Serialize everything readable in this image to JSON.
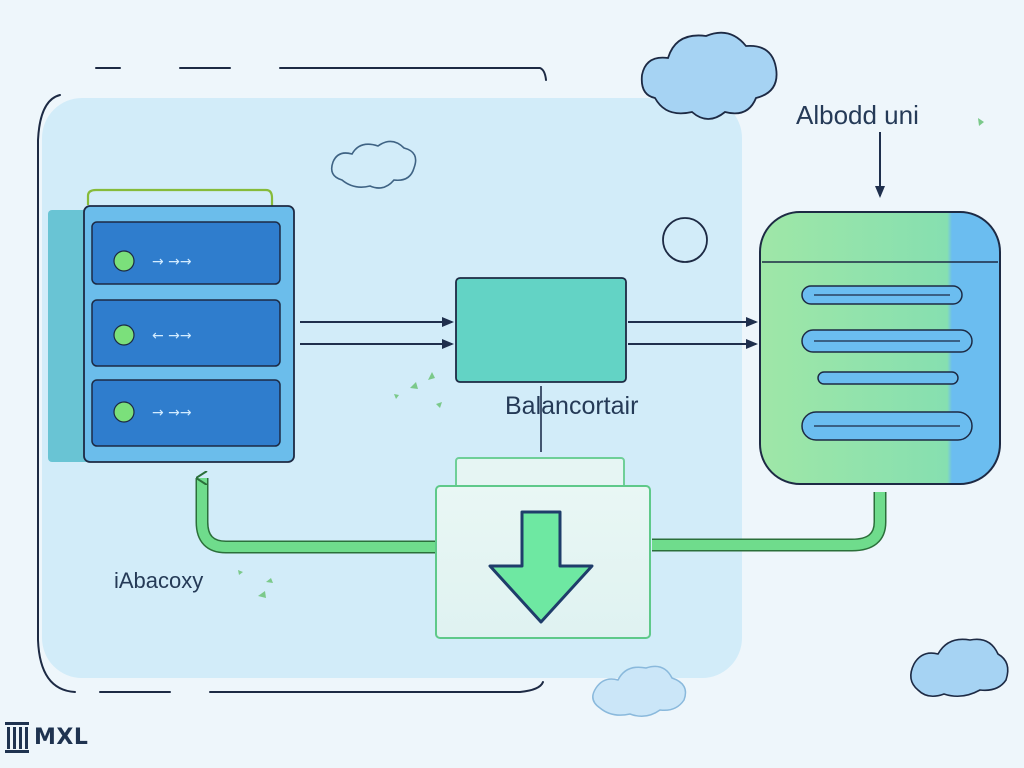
{
  "labels": {
    "balancer": "Balancortair",
    "proxy": "iAbacoxy",
    "unit": "Albodd uni"
  },
  "logo": {
    "text": "MXL",
    "icon": "building-columns-icon"
  },
  "server_rack": {
    "unit_count": 3,
    "arrow_glyph_rows": [
      "→ →→",
      "← →→",
      "→ →→"
    ]
  },
  "colors": {
    "background": "#eef6fb",
    "panel": "#d2ecf9",
    "server_body": "#68b9e8",
    "server_face": "#2f7dcd",
    "led": "#7be07b",
    "balancer": "#63d3c5",
    "destination": "#8fe3a4",
    "green_line": "#6fdc8c",
    "navy": "#253a57",
    "cloud": "#9fcdf0"
  }
}
